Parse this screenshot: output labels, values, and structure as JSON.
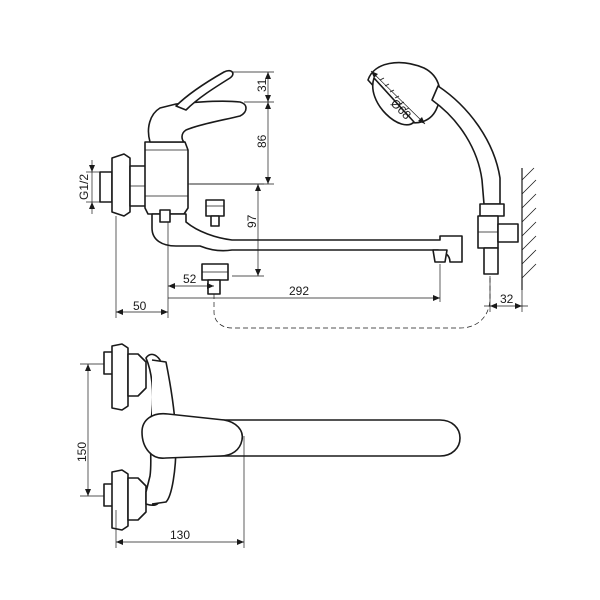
{
  "dimensions": {
    "lever_height": "31",
    "lever_body_height": "86",
    "thread": "G1/2",
    "spout_height": "97",
    "head_diameter": "Ø68",
    "spout_base": "52",
    "spout_length": "292",
    "offset_left": "50",
    "wall_offset": "32",
    "inlet_spacing": "150",
    "depth": "130"
  }
}
